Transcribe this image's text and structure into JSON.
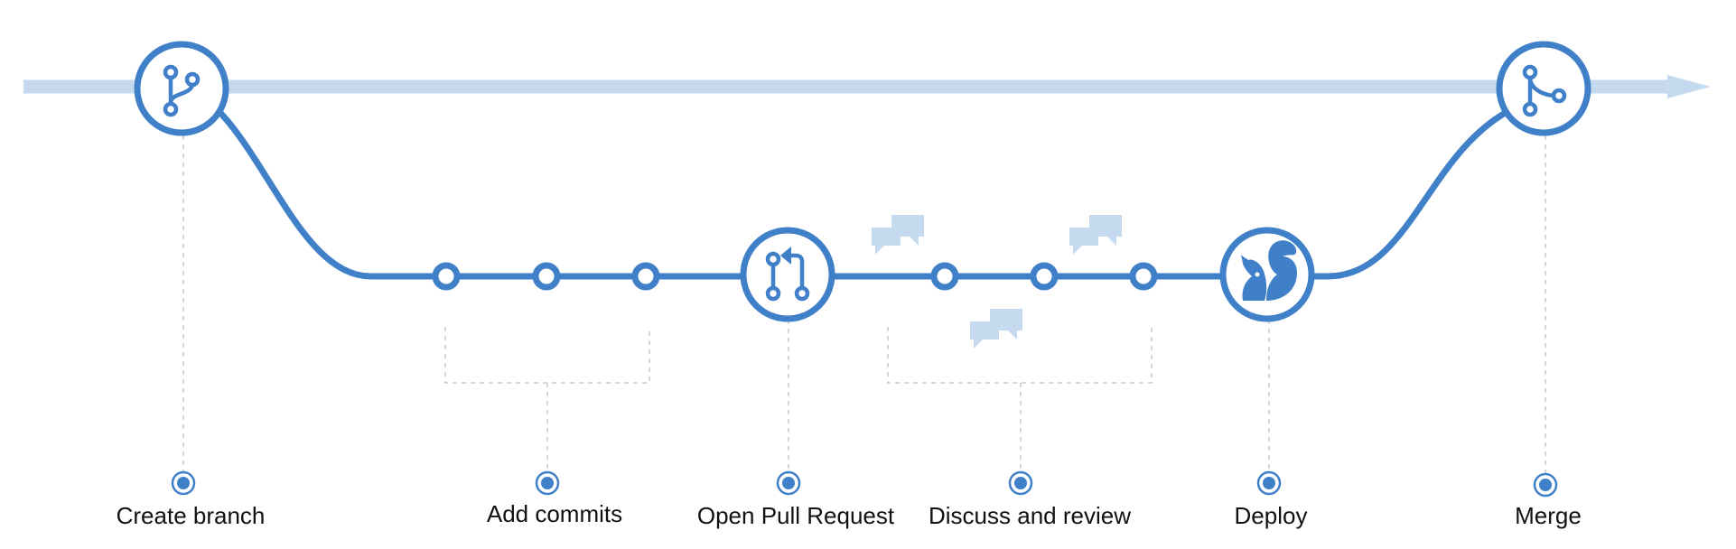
{
  "steps": [
    {
      "id": "create-branch",
      "label": "Create branch",
      "icon": "branch-icon"
    },
    {
      "id": "add-commits",
      "label": "Add commits",
      "icon": "commit-dots"
    },
    {
      "id": "open-pull-request",
      "label": "Open Pull Request",
      "icon": "pull-request-icon"
    },
    {
      "id": "discuss-and-review",
      "label": "Discuss and review",
      "icon": "comment-icon"
    },
    {
      "id": "deploy",
      "label": "Deploy",
      "icon": "squirrel-icon"
    },
    {
      "id": "merge",
      "label": "Merge",
      "icon": "merge-icon"
    }
  ],
  "colors": {
    "main_line": "#c6daef",
    "flow": "#3f80c8",
    "dashed": "#c8c8c8",
    "comment": "#c6daef",
    "label": "#111111"
  }
}
